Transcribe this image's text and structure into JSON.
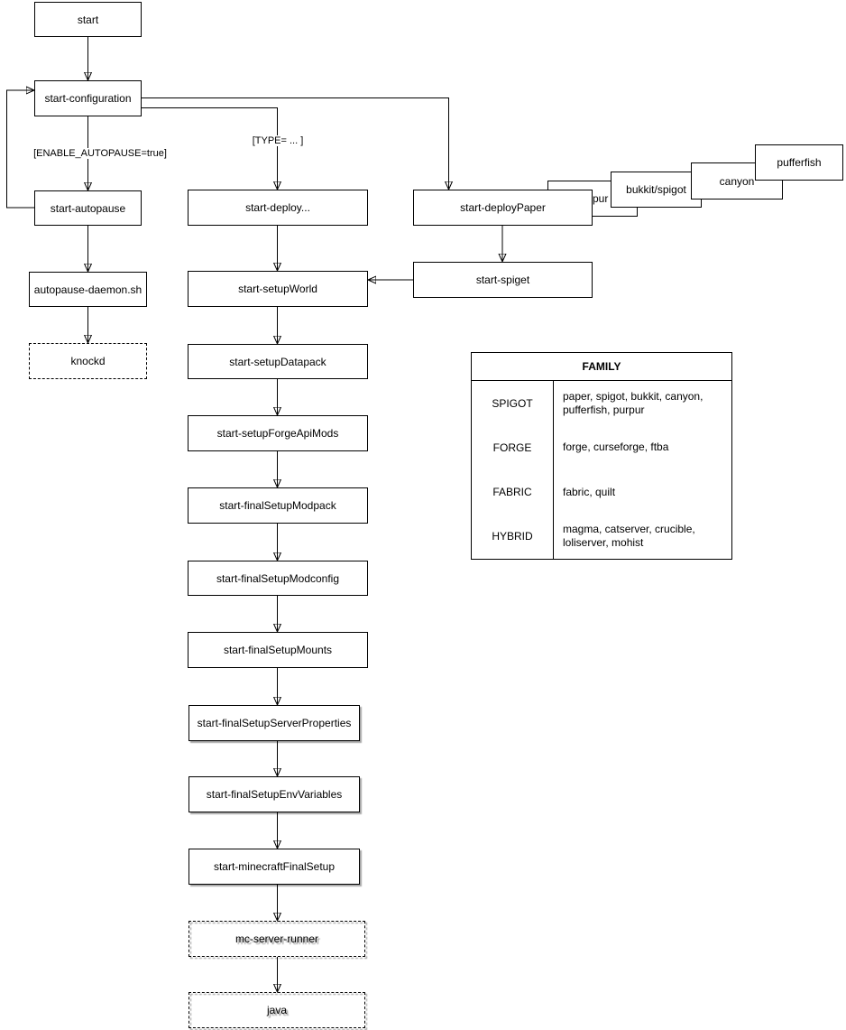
{
  "nodes": {
    "start": {
      "label": "start"
    },
    "start_configuration": {
      "label": "start-configuration"
    },
    "start_autopause": {
      "label": "start-autopause"
    },
    "autopause_daemon": {
      "label": "autopause-daemon.sh"
    },
    "knockd": {
      "label": "knockd"
    },
    "start_deploy": {
      "label": "start-deploy..."
    },
    "start_setup_world": {
      "label": "start-setupWorld"
    },
    "start_setup_datapack": {
      "label": "start-setupDatapack"
    },
    "start_setup_forge_api_mods": {
      "label": "start-setupForgeApiMods"
    },
    "start_final_setup_modpack": {
      "label": "start-finalSetupModpack"
    },
    "start_final_setup_modconfig": {
      "label": "start-finalSetupModconfig"
    },
    "start_final_setup_mounts": {
      "label": "start-finalSetupMounts"
    },
    "start_final_setup_server_properties": {
      "label": "start-finalSetupServerProperties"
    },
    "start_final_setup_env_variables": {
      "label": "start-finalSetupEnvVariables"
    },
    "start_minecraft_final_setup": {
      "label": "start-minecraftFinalSetup"
    },
    "mc_server_runner": {
      "label": "mc-server-runner"
    },
    "java": {
      "label": "java"
    },
    "start_deploy_paper": {
      "label": "start-deployPaper"
    },
    "start_spiget": {
      "label": "start-spiget"
    },
    "purpur": {
      "label": "purpur"
    },
    "bukkit_spigot": {
      "label": "bukkit/spigot"
    },
    "canyon": {
      "label": "canyon"
    },
    "pufferfish": {
      "label": "pufferfish"
    }
  },
  "edge_labels": {
    "enable_autopause": "[ENABLE_AUTOPAUSE=true]",
    "type_condition": "[TYPE= ... ]"
  },
  "family_table": {
    "title": "FAMILY",
    "rows": [
      {
        "family": "SPIGOT",
        "members": "paper, spigot, bukkit, canyon, pufferfish, purpur"
      },
      {
        "family": "FORGE",
        "members": "forge, curseforge, ftba"
      },
      {
        "family": "FABRIC",
        "members": "fabric, quilt"
      },
      {
        "family": "HYBRID",
        "members": "magma, catserver, crucible, loliserver, mohist"
      }
    ]
  },
  "colors": {
    "stroke": "#000000",
    "node_fill": "#ffffff",
    "text": "#000000"
  }
}
